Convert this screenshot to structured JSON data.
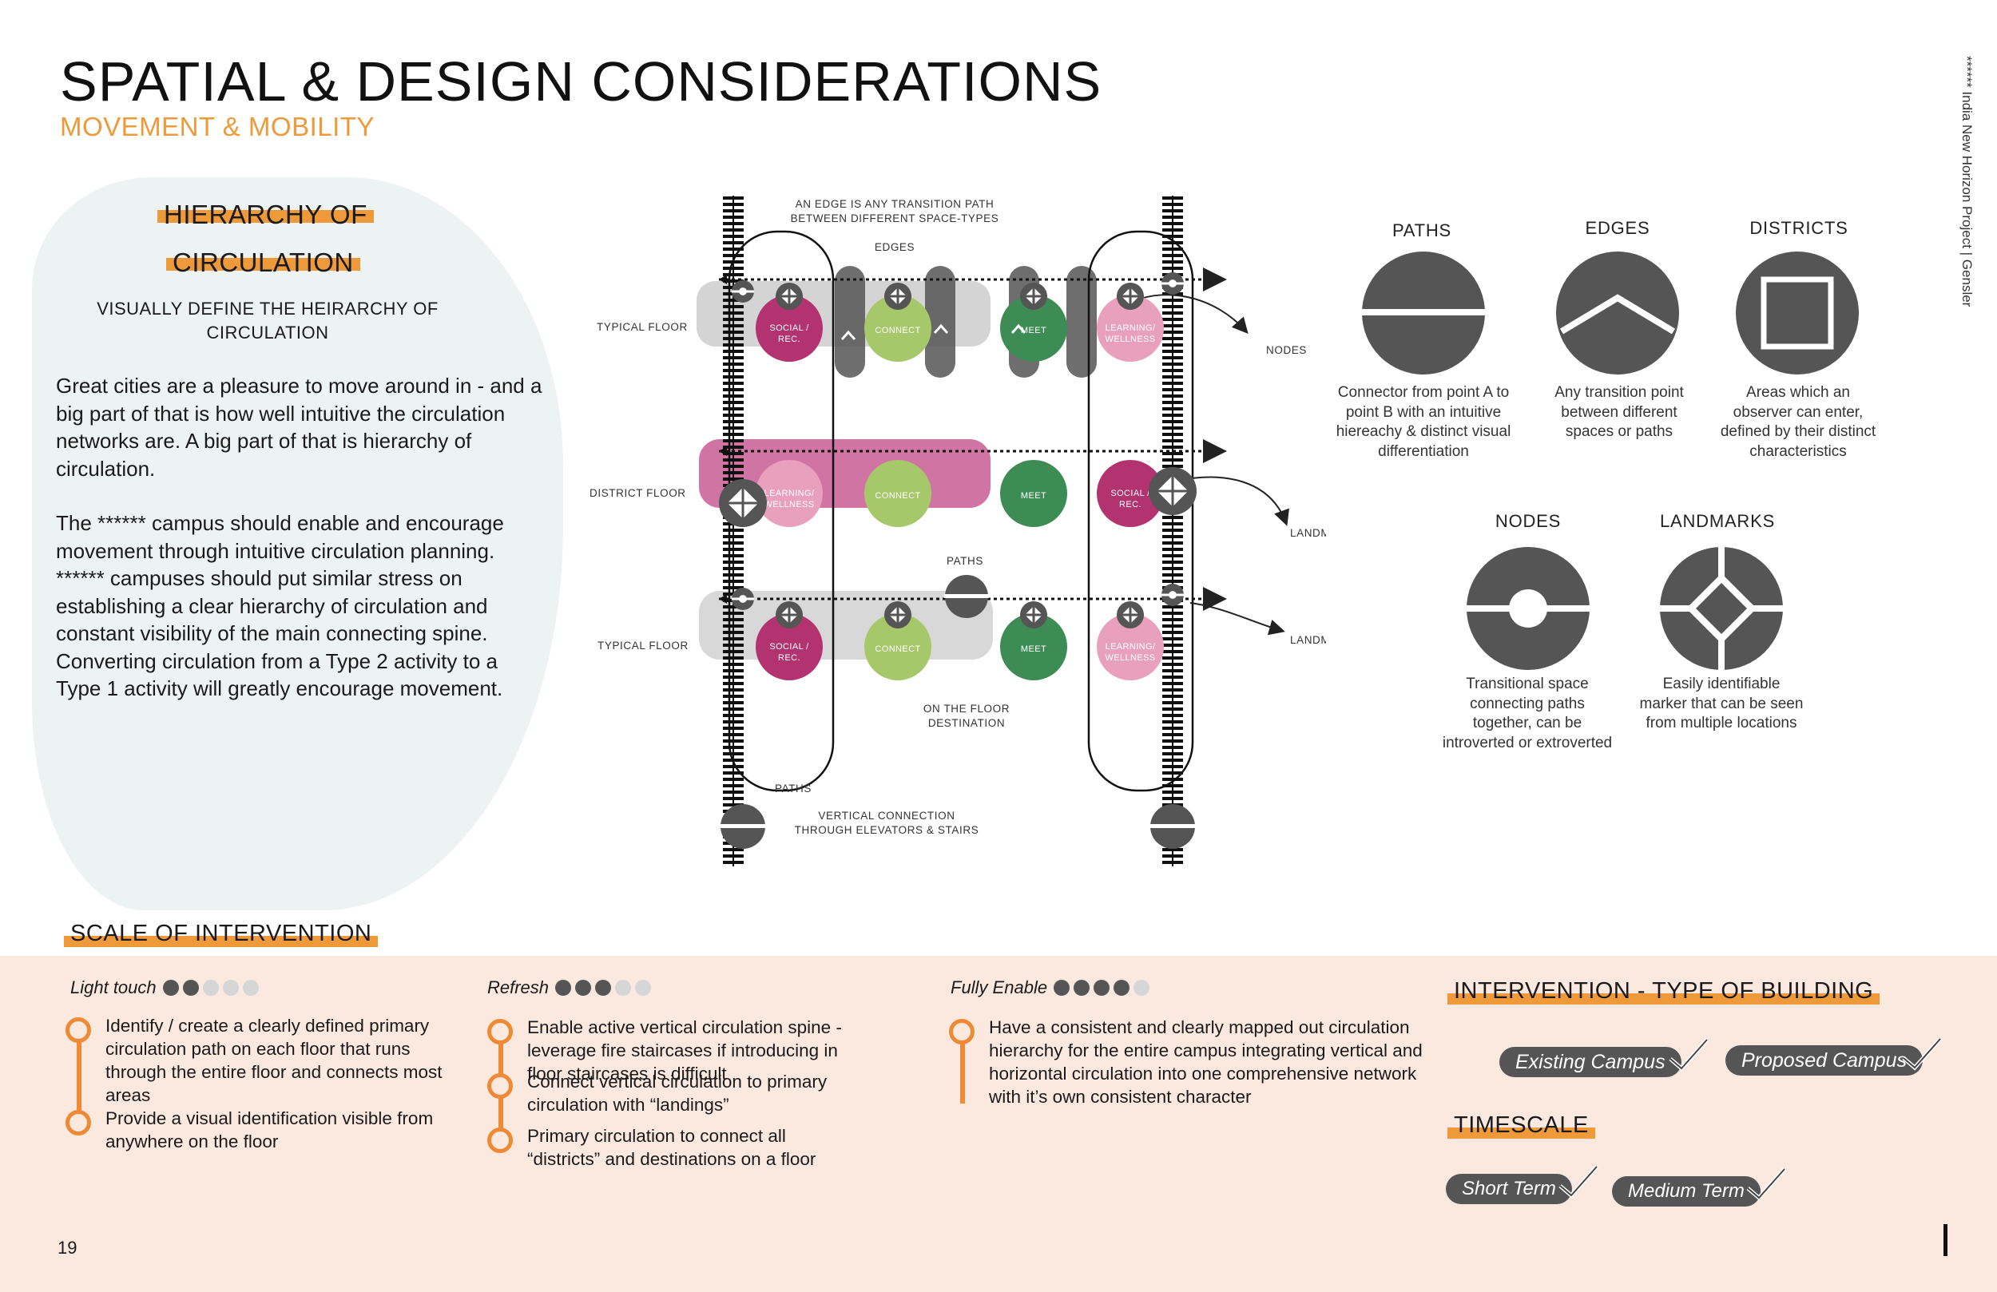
{
  "header": {
    "title": "SPATIAL & DESIGN CONSIDERATIONS",
    "subtitle": "MOVEMENT & MOBILITY",
    "side_note": "****** India New Horizon Project | Gensler"
  },
  "left_panel": {
    "title_line1": "HIERARCHY OF",
    "title_line2": "CIRCULATION",
    "subheading": "VISUALLY DEFINE THE HEIRARCHY OF CIRCULATION",
    "paragraph1": "Great cities are a pleasure to move around in - and a big part of that is how well intuitive the circulation networks are. A big part of that is hierarchy of circulation.",
    "paragraph2": "The ****** campus should enable and encourage movement through intuitive circulation planning. ****** campuses should put similar stress on establishing a clear hierarchy of circulation and constant visibility of the main connecting spine. Converting circulation from a Type 2 activity to a Type 1 activity will greatly encourage movement."
  },
  "diagram": {
    "edge_note_line1": "AN EDGE IS ANY TRANSITION PATH",
    "edge_note_line2": "BETWEEN DIFFERENT SPACE-TYPES",
    "edges_label": "EDGES",
    "nodes_label": "NODES",
    "landmark_label_1": "LANDMARK",
    "landmark_label_2": "LANDMARK",
    "paths_label_mid": "PATHS",
    "paths_label_bottom": "PATHS",
    "destination_line1": "ON THE FLOOR",
    "destination_line2": "DESTINATION",
    "vertical_line1": "VERTICAL CONNECTION",
    "vertical_line2": "THROUGH ELEVATORS & STAIRS",
    "floors": [
      {
        "label": "TYPICAL FLOOR",
        "spaces": [
          {
            "line1": "SOCIAL /",
            "line2": "REC.",
            "color": "#b2336f"
          },
          {
            "line1": "CONNECT",
            "line2": "",
            "color": "#a6c86a"
          },
          {
            "line1": "MEET",
            "line2": "",
            "color": "#3d8b55"
          },
          {
            "line1": "LEARNING/",
            "line2": "WELLNESS",
            "color": "#e8a0bc"
          }
        ]
      },
      {
        "label": "DISTRICT FLOOR",
        "spaces": [
          {
            "line1": "LEARNING/",
            "line2": "WELLNESS",
            "color": "#e8a0bc"
          },
          {
            "line1": "CONNECT",
            "line2": "",
            "color": "#a6c86a"
          },
          {
            "line1": "MEET",
            "line2": "",
            "color": "#3d8b55"
          },
          {
            "line1": "SOCIAL /",
            "line2": "REC.",
            "color": "#b2336f"
          }
        ]
      },
      {
        "label": "TYPICAL FLOOR",
        "spaces": [
          {
            "line1": "SOCIAL /",
            "line2": "REC.",
            "color": "#b2336f"
          },
          {
            "line1": "CONNECT",
            "line2": "",
            "color": "#a6c86a"
          },
          {
            "line1": "MEET",
            "line2": "",
            "color": "#3d8b55"
          },
          {
            "line1": "LEARNING/",
            "line2": "WELLNESS",
            "color": "#e8a0bc"
          }
        ]
      }
    ]
  },
  "legend": {
    "paths": {
      "title": "PATHS",
      "desc": "Connector from point A to point B with an intuitive hiereachy & distinct visual differentiation"
    },
    "edges": {
      "title": "EDGES",
      "desc": "Any transition point between different spaces or paths"
    },
    "districts": {
      "title": "DISTRICTS",
      "desc": "Areas which an observer can enter, defined by their distinct characteristics"
    },
    "nodes": {
      "title": "NODES",
      "desc": "Transitional space connecting paths together, can be introverted or extroverted"
    },
    "landmarks": {
      "title": "LANDMARKS",
      "desc": "Easily identifiable marker that can be seen from multiple locations"
    }
  },
  "scale": {
    "title": "SCALE OF INTERVENTION",
    "levels": [
      {
        "name": "Light touch",
        "filled": 2,
        "total": 5,
        "items": [
          "Identify / create a clearly defined primary circulation path on each floor that runs through the entire floor and connects most areas",
          "Provide a visual identification visible from anywhere on the floor"
        ]
      },
      {
        "name": "Refresh",
        "filled": 3,
        "total": 5,
        "items": [
          "Enable active vertical circulation spine - leverage fire staircases if introducing in floor staircases is difficult",
          "Connect vertical circulation to primary circulation with “landings”",
          "Primary circulation to connect all “districts” and destinations on a floor"
        ]
      },
      {
        "name": "Fully Enable",
        "filled": 4,
        "total": 5,
        "items": [
          "Have a consistent and clearly mapped out circulation hierarchy for the entire campus integrating vertical and horizontal circulation into one comprehensive network with it’s own consistent character"
        ]
      }
    ]
  },
  "building": {
    "title": "INTERVENTION - TYPE OF BUILDING",
    "options": [
      "Existing Campus",
      "Proposed Campus"
    ]
  },
  "timescale": {
    "title": "TIMESCALE",
    "options": [
      "Short Term",
      "Medium Term"
    ]
  },
  "footer": {
    "page_number": "19"
  },
  "colors": {
    "accent": "#ee9a3a",
    "dark_grey": "#555555",
    "band_bg": "#fbe9e0",
    "panel_bg": "#edf3f2",
    "district_band": "#cf74a3"
  }
}
